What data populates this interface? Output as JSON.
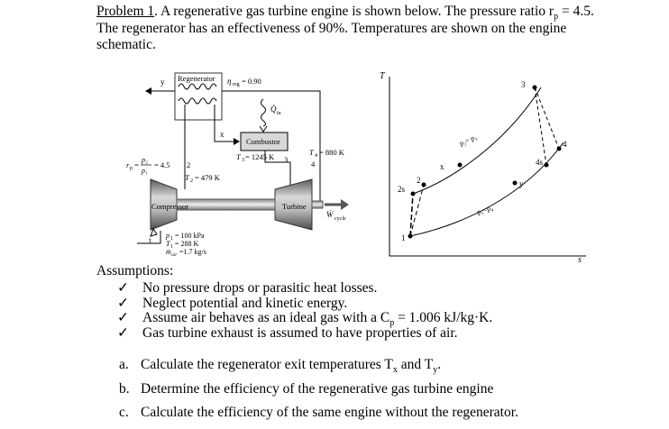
{
  "problem": {
    "label": "Problem 1",
    "statement_a": ". A regenerative gas turbine engine is shown below. The pressure ratio r",
    "statement_b": " = 4.5.",
    "statement_line2": "The regenerator has an effectiveness of 90%. Temperatures are shown on the engine",
    "statement_line3": "schematic."
  },
  "schematic": {
    "regenerator_label": "Regenerator",
    "eta_reg": "= 0.90",
    "q_in": "in",
    "combustor_label": "Combustor",
    "compressor_label": "Compressor",
    "turbine_label": "Turbine",
    "w_cycle": "cycle",
    "state_x": "x",
    "state_y": "y",
    "t3": "= 1245 K",
    "t4": "= 880 K",
    "t2": "= 479 K",
    "rp": "= 4.5",
    "p1": "= 100 kPa",
    "t1": "= 288 K",
    "m_air": "=1.7 kg/s",
    "n1": "1",
    "n2": "2",
    "n3": "3",
    "n4": "4"
  },
  "ts_diagram": {
    "t_axis": "T",
    "s_axis": "s",
    "iso_high": "p₂= p₃",
    "iso_low": "p₁=p₄",
    "states": {
      "s1": "1",
      "s2": "2",
      "s2s": "2s",
      "s3": "3",
      "s4": "4",
      "s4s": "4s",
      "sx": "x",
      "sy": "y"
    }
  },
  "assumptions": {
    "title": "Assumptions:",
    "check": "✓",
    "items": {
      "a1": "No pressure drops or parasitic heat losses.",
      "a2": "Neglect potential and kinetic energy.",
      "a3_a": "Assume air behaves as an ideal gas with a C",
      "a3_sub": "p",
      "a3_b": " = 1.006 kJ/kg·K.",
      "a4": "Gas turbine exhaust is assumed to have properties of air."
    }
  },
  "questions": {
    "a_letter": "a.",
    "a_text_1": "Calculate the regenerator exit temperatures T",
    "a_sub1": "x",
    "a_text_2": " and T",
    "a_sub2": "y",
    "a_text_3": ".",
    "b_letter": "b.",
    "b_text": "Determine the efficiency of the regenerative gas turbine engine",
    "c_letter": "c.",
    "c_text": "Calculate the efficiency of the same engine without the regenerator."
  }
}
